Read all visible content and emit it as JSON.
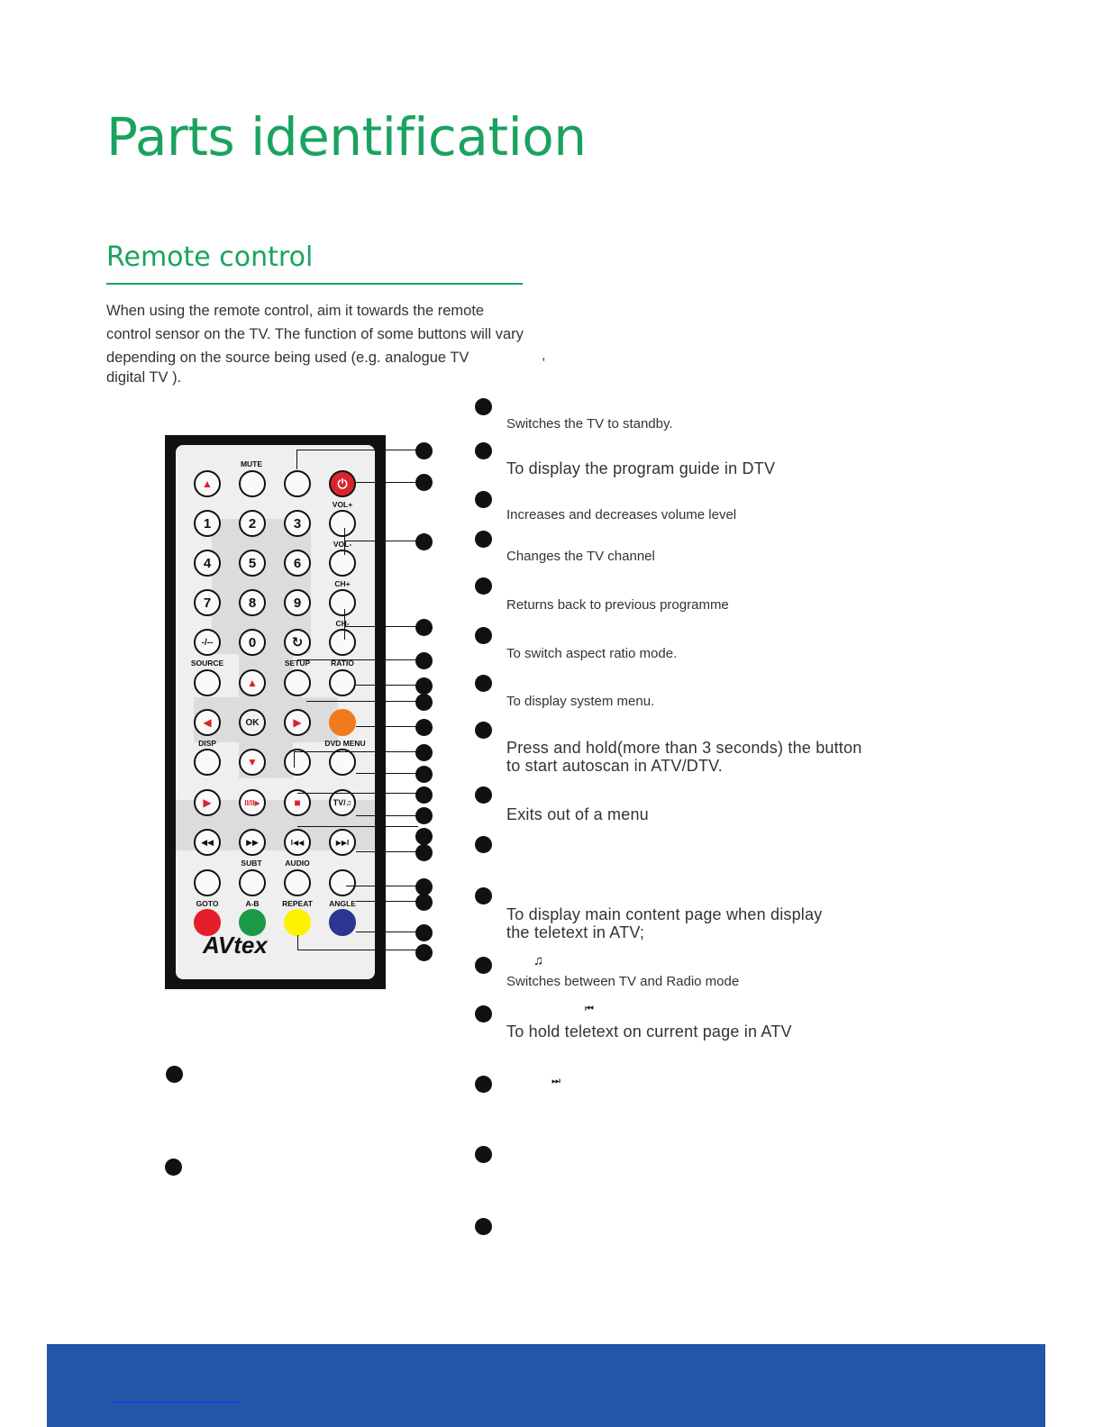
{
  "page": {
    "title": "Parts identification",
    "section_title": "Remote control",
    "intro": "When using the remote control, aim it towards the remote control sensor on the TV. The function of some buttons will vary depending on the source being used (e.g. analogue TV",
    "intro_comma": ",",
    "intro_last": "digital TV            )."
  },
  "descriptions": [
    {
      "id": 1,
      "text": "Switches the TV to standby."
    },
    {
      "id": 2,
      "text": "To display the program guide  in DTV"
    },
    {
      "id": 3,
      "text": "Increases and decreases volume level"
    },
    {
      "id": 4,
      "text": "Changes the TV channel"
    },
    {
      "id": 5,
      "text": "Returns back to previous programme"
    },
    {
      "id": 6,
      "text": "To switch aspect ratio mode."
    },
    {
      "id": 7,
      "text": "To display system menu."
    },
    {
      "id": 8,
      "text": "Press and hold(more than 3 seconds) the button",
      "text2": "to start autoscan in ATV/DTV."
    },
    {
      "id": 9,
      "text": "Exits out of a menu"
    },
    {
      "id": 10,
      "text": ""
    },
    {
      "id": 11,
      "text": "To display main content page when display",
      "text2": "the teletext in ATV;"
    },
    {
      "id": 12,
      "glyph": "♫",
      "text": "Switches between TV and Radio mode"
    },
    {
      "id": 13,
      "glyph": "⏮",
      "text": "To hold teletext on current page in ATV"
    },
    {
      "id": 14,
      "glyph": "⏭",
      "text": ""
    },
    {
      "id": 15,
      "text": ""
    },
    {
      "id": 16,
      "text": ""
    }
  ],
  "remote": {
    "brand": "AVtex",
    "labels": {
      "mute": "MUTE",
      "vol_plus": "VOL+",
      "vol_minus": "VOL-",
      "ch_plus": "CH+",
      "ch_minus": "CH-",
      "source": "SOURCE",
      "setup": "SETUP",
      "ratio": "RATIO",
      "disp": "DISP",
      "dvd_menu": "DVD MENU",
      "subt": "SUBT",
      "audio": "AUDIO",
      "goto": "GOTO",
      "ab": "A-B",
      "repeat": "REPEAT",
      "angle": "ANGLE"
    },
    "keys": {
      "eject": "▲",
      "power": "⏻",
      "n1": "1",
      "n2": "2",
      "n3": "3",
      "n4": "4",
      "n5": "5",
      "n6": "6",
      "n7": "7",
      "n8": "8",
      "n9": "9",
      "dash": "-/--",
      "n0": "0",
      "recall": "↻",
      "up": "▲",
      "left": "◀",
      "ok": "OK",
      "right": "▶",
      "down": "▼",
      "play": "▶",
      "pause": "II/II▶",
      "stop": "■",
      "tvradio": "TV/♫",
      "rew": "◀◀",
      "ffw": "▶▶",
      "prev": "I◀◀",
      "next": "▶▶I"
    }
  },
  "colors": {
    "heading_green": "#1aa35f",
    "footer_blue": "#2156a8",
    "power_red": "#d9252b",
    "orange": "#f07a1e",
    "red": "#e31e2a",
    "green": "#1a9a45",
    "yellow": "#fff200",
    "blue": "#2c3591"
  }
}
